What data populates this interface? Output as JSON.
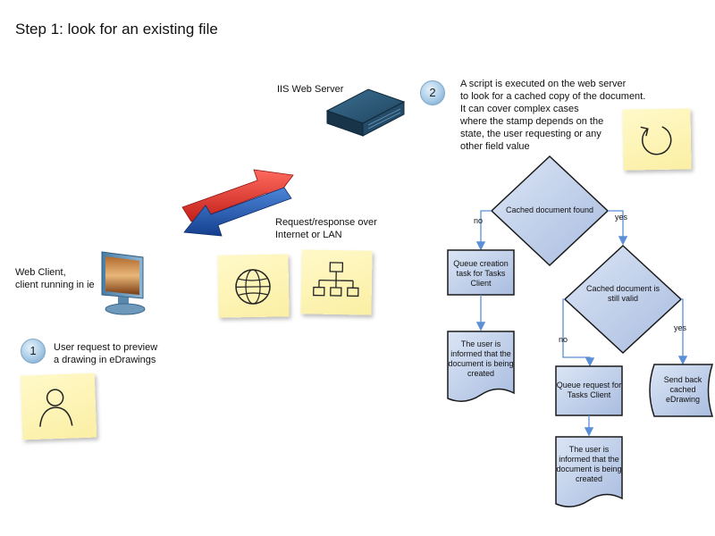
{
  "title": "Step 1: look for an existing file",
  "client": {
    "label_line1": "Web Client,",
    "label_line2": "client running in ie",
    "step_number": "1",
    "step_line1": "User request to preview",
    "step_line2": "a drawing in eDrawings"
  },
  "network": {
    "label_line1": "Request/response over",
    "label_line2": "Internet or LAN"
  },
  "server": {
    "label": "IIS Web Server",
    "step_number": "2",
    "desc_lines": [
      "A script is executed on the web server",
      "to look for a cached copy of the document.",
      "It can cover complex cases",
      "where the stamp depends on the",
      "state, the user requesting or any",
      "other field value"
    ]
  },
  "flowchart": {
    "decision1": "Cached document found",
    "no1": "no",
    "yes1": "yes",
    "queue_creation_lines": [
      "Queue creation",
      "task for Tasks",
      "Client"
    ],
    "informed1_lines": [
      "The user is",
      "informed that the",
      "document is being",
      "created"
    ],
    "decision2_lines": [
      "Cached document is",
      "still valid"
    ],
    "no2": "no",
    "yes2": "yes",
    "queue_request_lines": [
      "Queue request for",
      "Tasks Client"
    ],
    "informed2_lines": [
      "The user is",
      "informed that the",
      "document is being",
      "created"
    ],
    "send_back_lines": [
      "Send back",
      "cached",
      "eDrawing"
    ]
  },
  "colors": {
    "box_fill": "#c5d3ec",
    "box_stroke": "#1a1a1a",
    "connector": "#5b8fd6",
    "arrow_red": "#e0302a",
    "arrow_blue": "#1f56b0",
    "note": "#fbefa4"
  }
}
